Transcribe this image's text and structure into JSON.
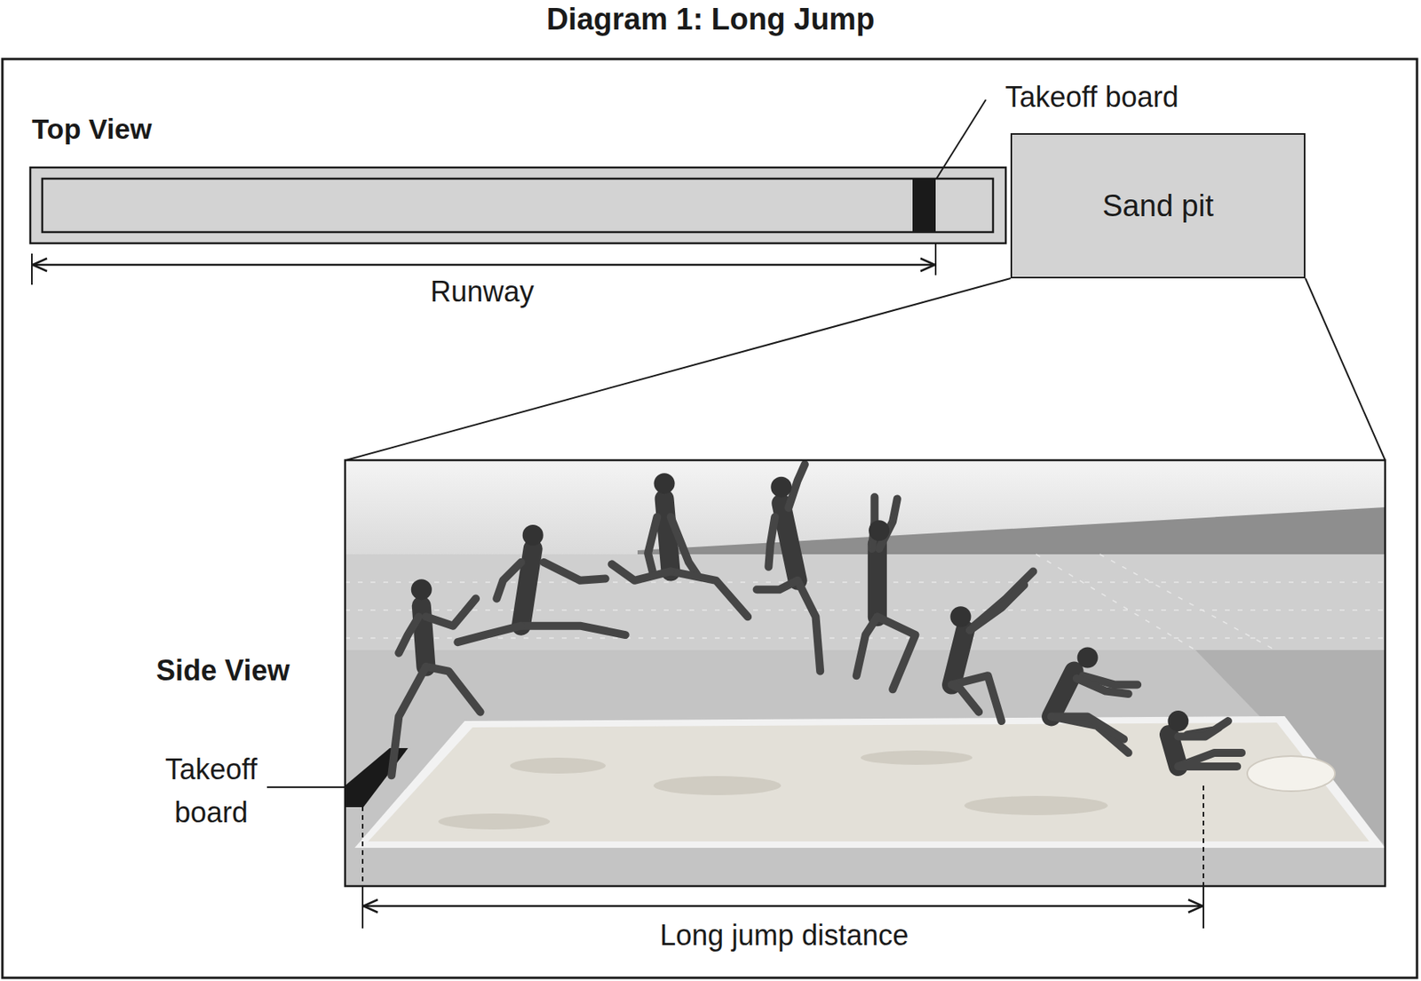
{
  "diagram": {
    "title": "Diagram 1: Long Jump",
    "nodes": [
      {
        "text": [
          "Sand pit"
        ]
      }
    ],
    "labels": [
      "Top View",
      "Takeoff board",
      "Runway",
      "Side View",
      "Takeoff board",
      "Long jump distance"
    ]
  }
}
